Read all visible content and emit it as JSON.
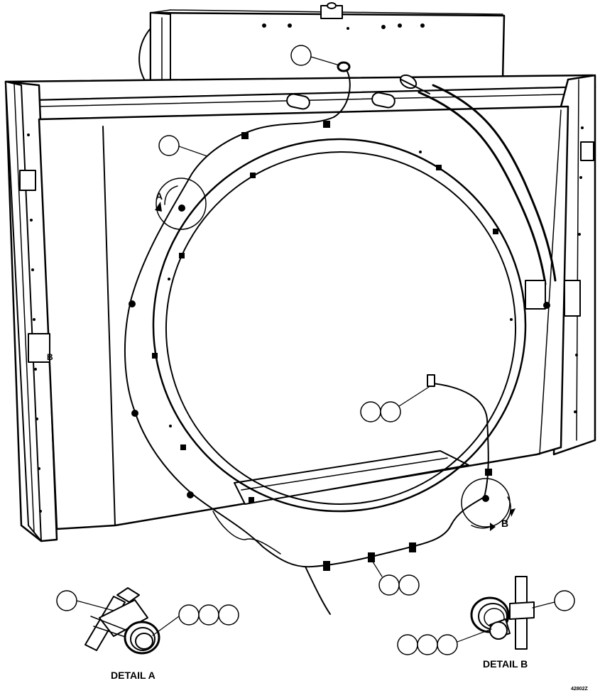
{
  "labels": {
    "detail_a_marker": "A",
    "detail_b_marker": "B",
    "left_side_marker": "B",
    "detail_a_caption": "DETAIL A",
    "detail_b_caption": "DETAIL B",
    "figure_code": "42802Z"
  },
  "callouts": [
    {
      "id": "callout-top-sensor",
      "count": 1
    },
    {
      "id": "callout-upper-harness",
      "count": 1
    },
    {
      "id": "callout-lower-sensor",
      "count": 2
    },
    {
      "id": "callout-bottom-harness",
      "count": 2
    },
    {
      "id": "callout-detail-a-clamp",
      "count": 1
    },
    {
      "id": "callout-detail-a-nut",
      "count": 3
    },
    {
      "id": "callout-detail-b-clamp",
      "count": 1
    },
    {
      "id": "callout-detail-b-nut",
      "count": 3
    }
  ],
  "colors": {
    "ink": "#000000",
    "paper": "#ffffff"
  }
}
